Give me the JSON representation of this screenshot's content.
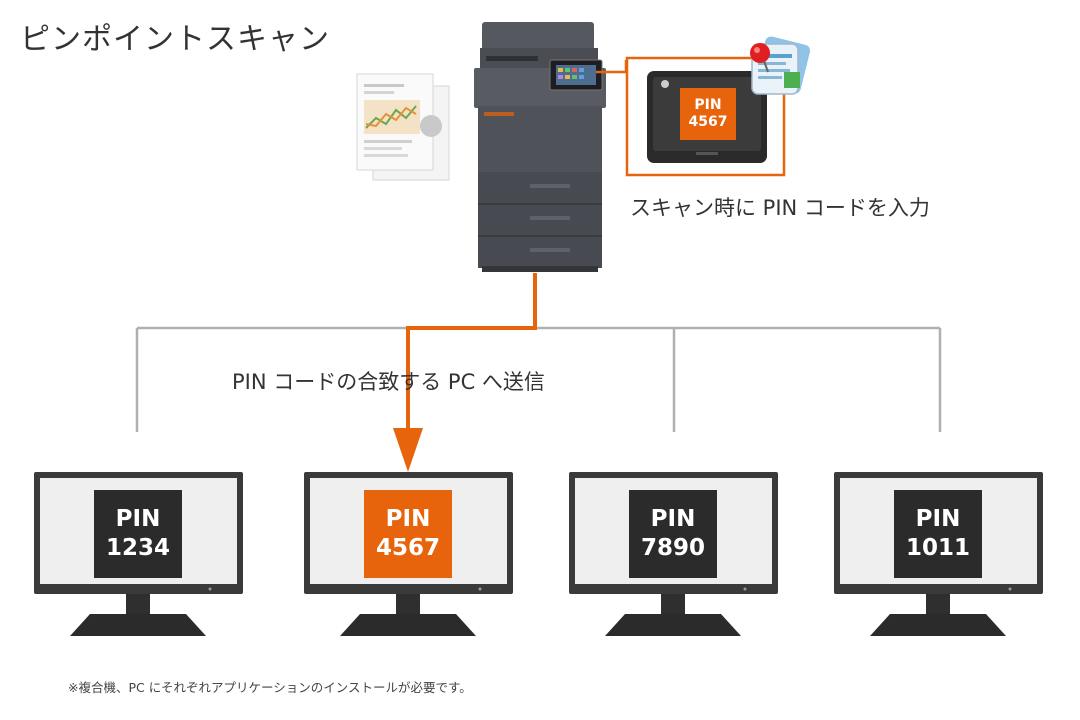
{
  "title": "ピンポイントスキャン",
  "scan_note": "スキャン時に PIN コードを入力",
  "send_note": "PIN コードの合致する PC へ送信",
  "footnote": "※複合機、PC にそれぞれアプリケーションのインストールが必要です。",
  "panel": {
    "pin_label": "PIN",
    "pin_code": "4567"
  },
  "pcs": [
    {
      "pin_label": "PIN",
      "pin_code": "1234",
      "highlighted": false
    },
    {
      "pin_label": "PIN",
      "pin_code": "4567",
      "highlighted": true
    },
    {
      "pin_label": "PIN",
      "pin_code": "7890",
      "highlighted": false
    },
    {
      "pin_label": "PIN",
      "pin_code": "1011",
      "highlighted": false
    }
  ],
  "colors": {
    "accent": "#e8640c",
    "pin_dark": "#2b2b2b",
    "line_gray": "#b0b0b0",
    "monitor": "#3a3a3a"
  }
}
